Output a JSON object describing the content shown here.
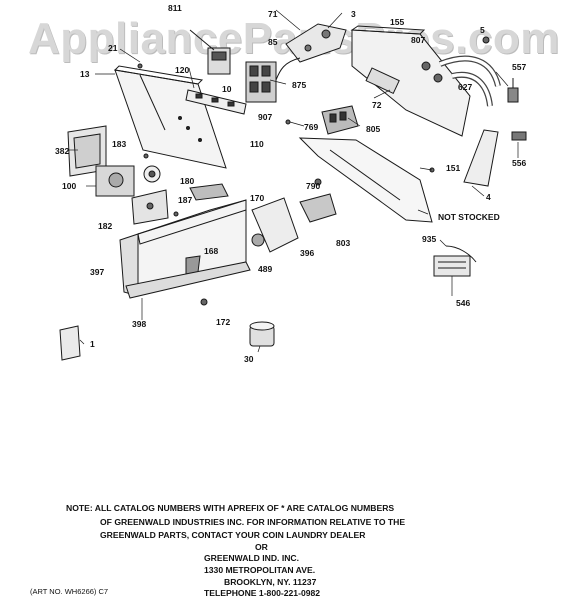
{
  "watermark": "AppliancePartsPros.com",
  "labels": {
    "l811": "811",
    "l71": "71",
    "l3": "3",
    "l155": "155",
    "l21": "21",
    "l13": "13",
    "l120": "120",
    "l85": "85",
    "l10": "10",
    "l875": "875",
    "l807": "807",
    "l5": "5",
    "l557": "557",
    "l627": "627",
    "l72": "72",
    "l907": "907",
    "l769": "769",
    "l805": "805",
    "l110": "110",
    "l382": "382",
    "l183": "183",
    "l100": "100",
    "l180": "180",
    "l187": "187",
    "l182": "182",
    "l170": "170",
    "l790": "790",
    "l151": "151",
    "l556": "556",
    "l4": "4",
    "l_not_stocked": "NOT STOCKED",
    "l168": "168",
    "l397": "397",
    "l489": "489",
    "l396": "396",
    "l803": "803",
    "l935": "935",
    "l546": "546",
    "l398": "398",
    "l172": "172",
    "l1": "1",
    "l30": "30"
  },
  "footer": {
    "line1": "NOTE: ALL CATALOG NUMBERS WITH APREFIX OF * ARE CATALOG NUMBERS",
    "line2": "OF GREENWALD INDUSTRIES INC. FOR INFORMATION RELATIVE TO THE",
    "line3": "GREENWALD PARTS, CONTACT YOUR COIN LAUNDRY DEALER",
    "line4": "OR",
    "line5": "GREENWALD IND. INC.",
    "line6": "1330 METROPOLITAN AVE.",
    "line7": "BROOKLYN, NY. 11237",
    "line8": "TELEPHONE 1-800-221-0982",
    "art_no": "(ART NO. WH6266) C7"
  }
}
